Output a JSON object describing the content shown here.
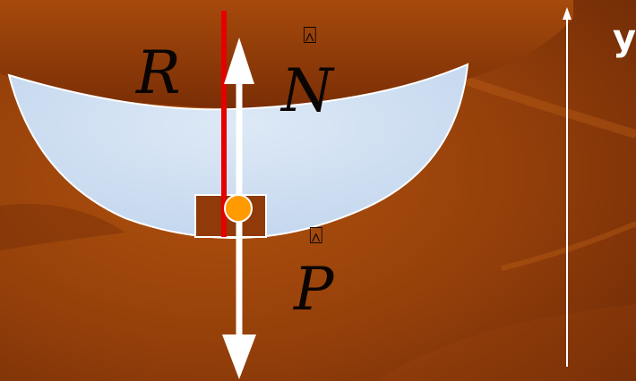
{
  "labels": {
    "radius": "R",
    "normal_force": "N",
    "weight": "P",
    "vector_mark": "⍓",
    "axis": "y"
  },
  "colors": {
    "background": "#8a3608",
    "bowl_fill": "#cfe0f2",
    "support_line": "#e60000",
    "force_arrow": "#ffffff",
    "body_point": "#ff9a00",
    "block": "#8f3a08",
    "axis_line": "#ffffff"
  }
}
